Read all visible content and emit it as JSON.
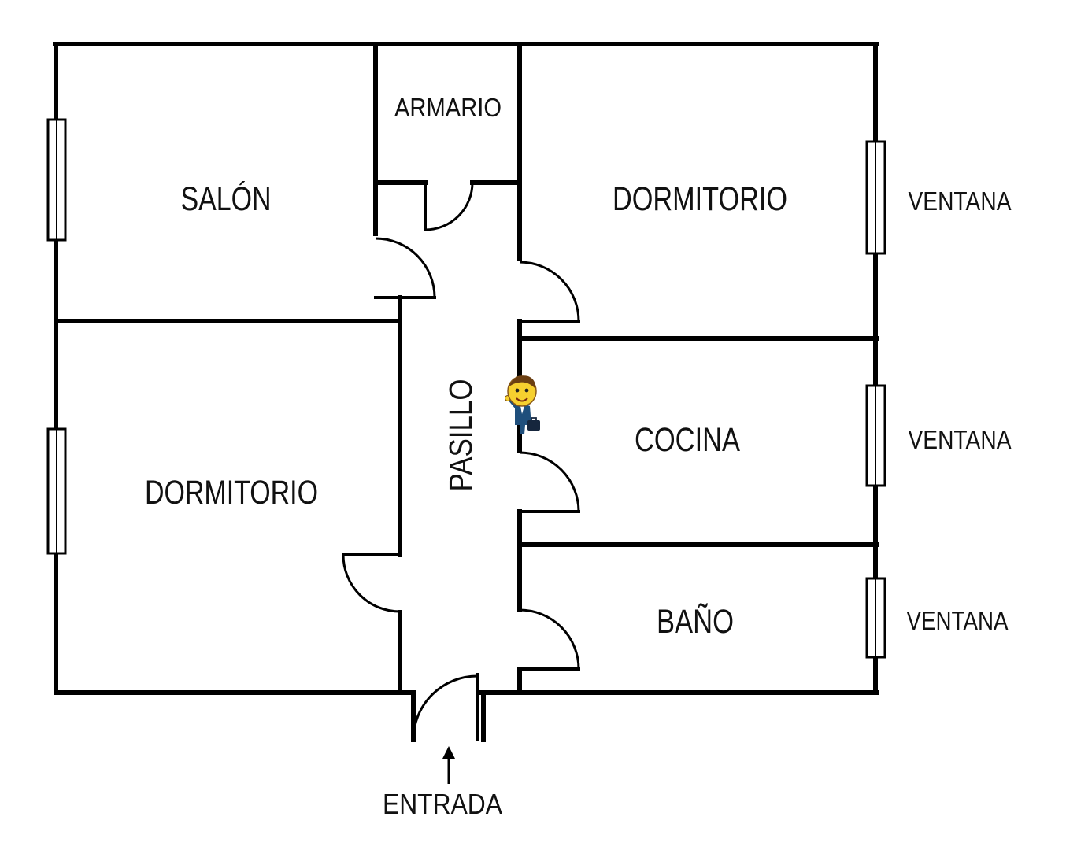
{
  "rooms": {
    "armario": "ARMARIO",
    "salon": "SALÓN",
    "dormitorio_top": "DORMITORIO",
    "dormitorio_left": "DORMITORIO",
    "pasillo": "PASILLO",
    "cocina": "COCINA",
    "bano": "BAÑO"
  },
  "windows": [
    "VENTANA",
    "VENTANA",
    "VENTANA"
  ],
  "entrance": "ENTRADA",
  "icons": {
    "entrance_arrow": "arrow-up-icon",
    "mascot": "mascot-logo"
  },
  "colors": {
    "wall": "#000000",
    "text": "#111111",
    "background": "#ffffff",
    "mascot_skin": "#f6d02f",
    "mascot_suit": "#1f4f7c",
    "mascot_case": "#16263d"
  }
}
